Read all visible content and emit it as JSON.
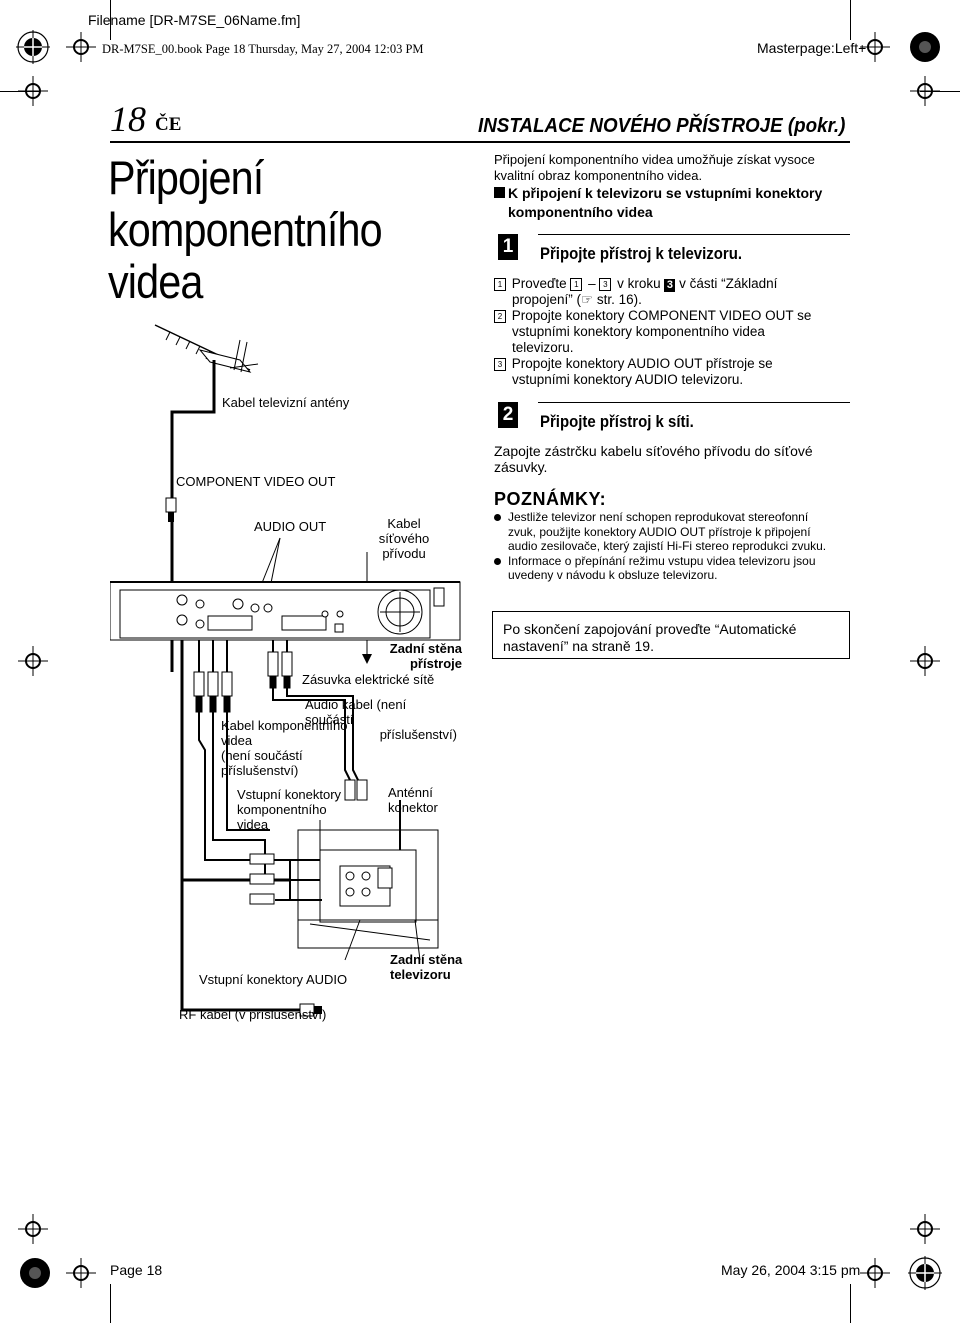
{
  "header": {
    "filename": "Filename [DR-M7SE_06Name.fm]",
    "book_info": "DR-M7SE_00.book  Page 18  Thursday, May 27, 2004  12:03 PM",
    "masterpage": "Masterpage:Left+"
  },
  "page_heading": {
    "page_number": "18",
    "language": "ČE",
    "section_title": "INSTALACE NOVÉHO PŘÍSTROJE (pokr.)"
  },
  "title_lines": [
    "Připojení",
    "komponentního",
    "videa"
  ],
  "intro": "Připojení komponentního videa umožňuje získat vysoce kvalitní obraz komponentního videa.",
  "subheading": {
    "line1": "K připojení k televizoru se vstupními konektory",
    "line2": "komponentního videa"
  },
  "step1": {
    "number": "1",
    "title": "Připojte přístroj k televizoru.",
    "items": [
      {
        "num": "1",
        "line1_a": "Proveďte ",
        "sub_a": "1",
        "dash": " – ",
        "sub_b": "3",
        "line1_b": " v kroku ",
        "step_ref": "3",
        "line1_c": " v části “Základní",
        "line2": "propojení” (☞ str. 16)."
      },
      {
        "num": "2",
        "line1": "Propojte konektory COMPONENT VIDEO OUT se",
        "line2": "vstupními konektory komponentního videa",
        "line3": "televizoru."
      },
      {
        "num": "3",
        "line1": "Propojte konektory AUDIO OUT přístroje se",
        "line2": "vstupními konektory AUDIO televizoru."
      }
    ]
  },
  "step2": {
    "number": "2",
    "title": "Připojte přístroj k síti.",
    "text_line1": "Zapojte zástrčku kabelu síťového přívodu do síťové",
    "text_line2": "zásuvky."
  },
  "notes": {
    "heading": "POZNÁMKY:",
    "items": [
      {
        "l1": "Jestliže televizor není schopen reprodukovat stereofonní",
        "l2": "zvuk, použijte konektory AUDIO OUT přístroje k připojení",
        "l3": "audio zesilovače, který zajistí Hi-Fi stereo reprodukci zvuku."
      },
      {
        "l1": "Informace o přepínání režimu vstupu videa televizoru jsou",
        "l2": "uvedeny v návodu k obsluze televizoru."
      }
    ]
  },
  "box": {
    "line1": "Po skončení zapojování proveďte “Automatické",
    "line2": "nastavení” na straně 19."
  },
  "diagram": {
    "antenna_cable": "Kabel televizní antény",
    "component_out": "COMPONENT VIDEO OUT",
    "audio_out": "AUDIO OUT",
    "power_cable_1": "Kabel síťového",
    "power_cable_2": "přívodu",
    "rear_unit_1": "Zadní stěna",
    "rear_unit_2": "přístroje",
    "wall_socket": "Zásuvka elektrické sítě",
    "audio_cable_1": "Audio kabel (není součástí",
    "audio_cable_2": "příslušenství)",
    "video_cable_1": "Kabel komponentního",
    "video_cable_2": "videa",
    "video_cable_3": "(není součástí",
    "video_cable_4": "příslušenství)",
    "component_in_1": "Vstupní konektory",
    "component_in_2": "komponentního",
    "component_in_3": "videa",
    "antenna_conn_1": "Anténní",
    "antenna_conn_2": "konektor",
    "audio_in": "Vstupní konektory AUDIO",
    "rear_tv_1": "Zadní stěna",
    "rear_tv_2": "televizoru",
    "rf_cable": "RF kabel (v příslušenství)"
  },
  "footer": {
    "page": "Page 18",
    "date": "May 26, 2004 3:15 pm"
  }
}
